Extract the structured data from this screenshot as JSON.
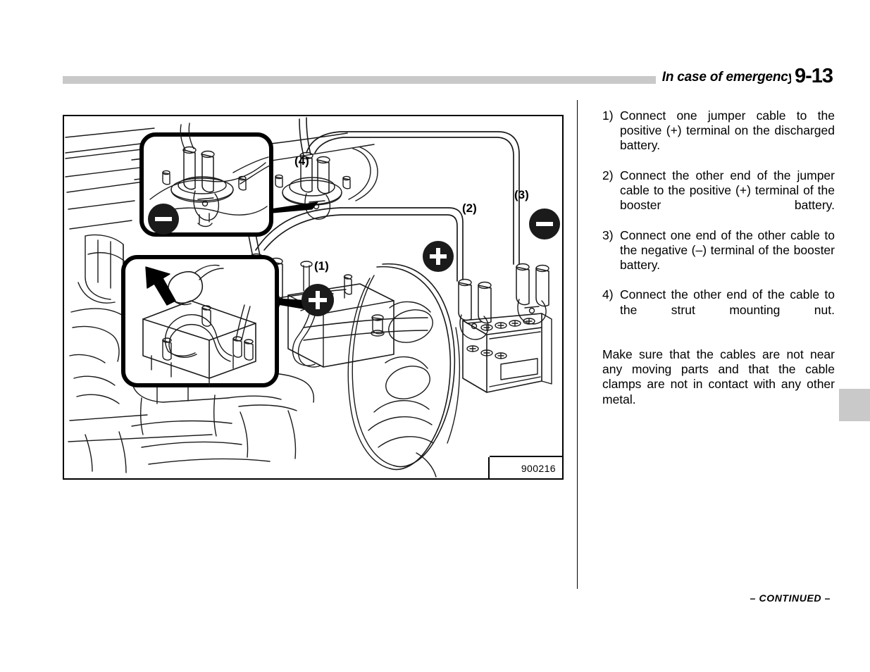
{
  "header": {
    "title": "In case of emergency",
    "page_number": "9-13"
  },
  "figure": {
    "id": "900216",
    "callouts": [
      {
        "key": "1",
        "label": "(1)",
        "meaning": "discharged battery positive terminal"
      },
      {
        "key": "2",
        "label": "(2)",
        "meaning": "booster battery positive terminal"
      },
      {
        "key": "3",
        "label": "(3)",
        "meaning": "booster battery negative terminal"
      },
      {
        "key": "4",
        "label": "(4)",
        "meaning": "strut mounting nut"
      }
    ],
    "badges": [
      {
        "name": "minus-badge-strut-inset",
        "symbol": "minus"
      },
      {
        "name": "plus-badge-discharged-battery",
        "symbol": "plus"
      },
      {
        "name": "plus-badge-booster-battery",
        "symbol": "plus"
      },
      {
        "name": "minus-badge-booster-battery",
        "symbol": "minus"
      }
    ],
    "inset_top": "Strut mounting nut with negative cable clamp attached",
    "inset_bottom": "Lifting the terminal cover off the battery post"
  },
  "instructions": {
    "steps": [
      {
        "num": "1)",
        "text": "Connect one jumper cable to the positive (+) terminal on the discharged battery."
      },
      {
        "num": "2)",
        "text": "Connect the other end of the jumper cable to the positive (+) terminal of the booster battery."
      },
      {
        "num": "3)",
        "text": "Connect one end of the other cable to the negative (–) terminal of the booster battery."
      },
      {
        "num": "4)",
        "text": "Connect the other end of the cable to the strut mounting nut."
      }
    ],
    "note": "Make sure that the cables are not near any moving parts and that the cable clamps are not in contact with any other metal."
  },
  "footer": {
    "continued": "– CONTINUED –"
  },
  "colors": {
    "rule": "#c9c9c9",
    "ink": "#000000",
    "badge": "#1b1b1b",
    "paper": "#ffffff"
  }
}
